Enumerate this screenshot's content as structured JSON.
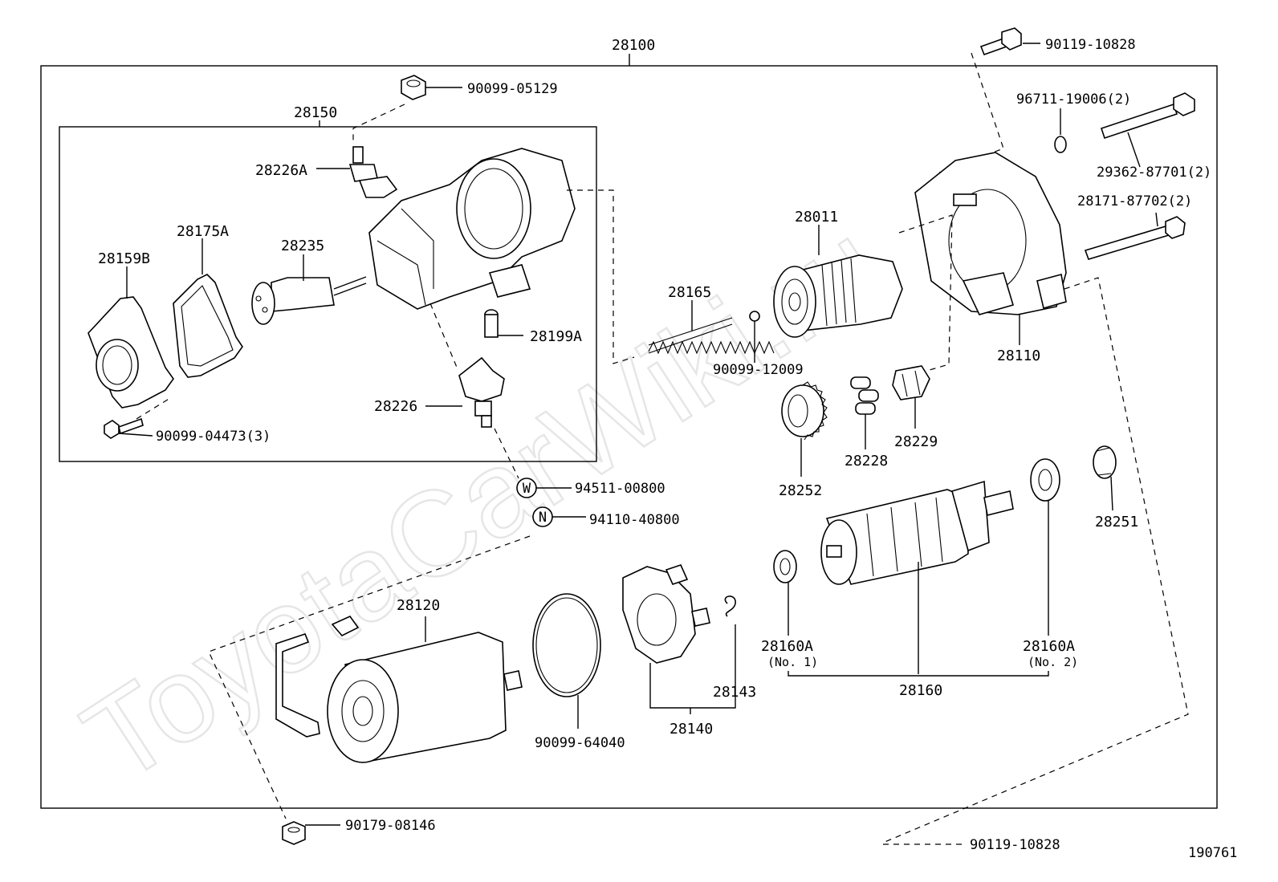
{
  "watermark": "ToyotaCarWiki.ru",
  "figure_id": "190761",
  "labels": {
    "p28100": "28100",
    "p90119_top": "90119-10828",
    "p90099_05129": "90099-05129",
    "p28150": "28150",
    "p28226A": "28226A",
    "p28175A": "28175A",
    "p28159B": "28159B",
    "p28235": "28235",
    "p28199A": "28199A",
    "p28226": "28226",
    "p90099_04473": "90099-04473(3)",
    "p94511": "94511-00800",
    "p94110": "94110-40800",
    "p96711": "96711-19006(2)",
    "p29362": "29362-87701(2)",
    "p28171": "28171-87702(2)",
    "p28011": "28011",
    "p28165": "28165",
    "p90099_12009": "90099-12009",
    "p28110": "28110",
    "p28252": "28252",
    "p28228": "28228",
    "p28229": "28229",
    "p28251": "28251",
    "p28120": "28120",
    "p90099_64040": "90099-64040",
    "p28140": "28140",
    "p28143": "28143",
    "p28160A_1": "28160A",
    "p28160A_1_note": "(No. 1)",
    "p28160A_2": "28160A",
    "p28160A_2_note": "(No. 2)",
    "p28160": "28160",
    "p90179": "90179-08146",
    "p90119_bottom": "90119-10828"
  },
  "symbols": {
    "washer": "W",
    "nut": "N"
  }
}
